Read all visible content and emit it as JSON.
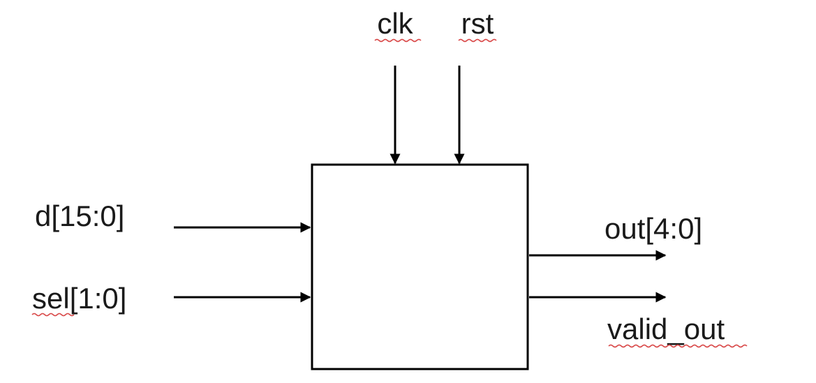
{
  "diagram": {
    "inputs_top": [
      "clk",
      "rst"
    ],
    "inputs_left": [
      "d[15:0]",
      "sel[1:0]"
    ],
    "outputs_right": [
      "out[4:0]",
      "valid_out"
    ]
  }
}
